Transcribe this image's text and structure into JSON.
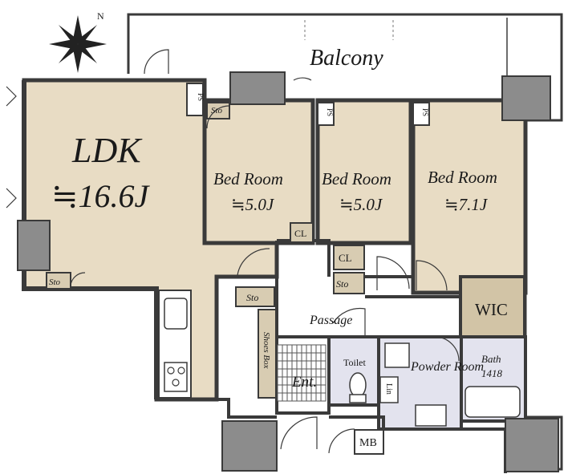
{
  "compass": {
    "north_label": "N"
  },
  "rooms": {
    "balcony": {
      "name": "Balcony"
    },
    "ldk": {
      "name": "LDK",
      "size": "≒16.6J"
    },
    "bed1": {
      "name": "Bed Room",
      "size": "≒5.0J"
    },
    "bed2": {
      "name": "Bed Room",
      "size": "≒5.0J"
    },
    "bed3": {
      "name": "Bed Room",
      "size": "≒7.1J"
    },
    "wic": {
      "name": "WIC"
    },
    "passage": {
      "name": "Passage"
    },
    "toilet": {
      "name": "Toilet"
    },
    "powder": {
      "name": "Powder Room"
    },
    "bath": {
      "name": "Bath",
      "size": "1418"
    },
    "entrance": {
      "name": "Ent."
    },
    "mb": {
      "name": "MB"
    }
  },
  "storage": {
    "sto": "Sto",
    "cl": "CL",
    "ps": "PS",
    "shoes_box": "Shoes Box",
    "lin": "Lin"
  },
  "colors": {
    "room_fill": "#e8dcc4",
    "wic_fill": "#d2c4a6",
    "wet_fill": "#e3e3ee",
    "wall": "#3a3a3a",
    "column": "#8c8c8c",
    "storage_fill": "#d8ccb2"
  }
}
